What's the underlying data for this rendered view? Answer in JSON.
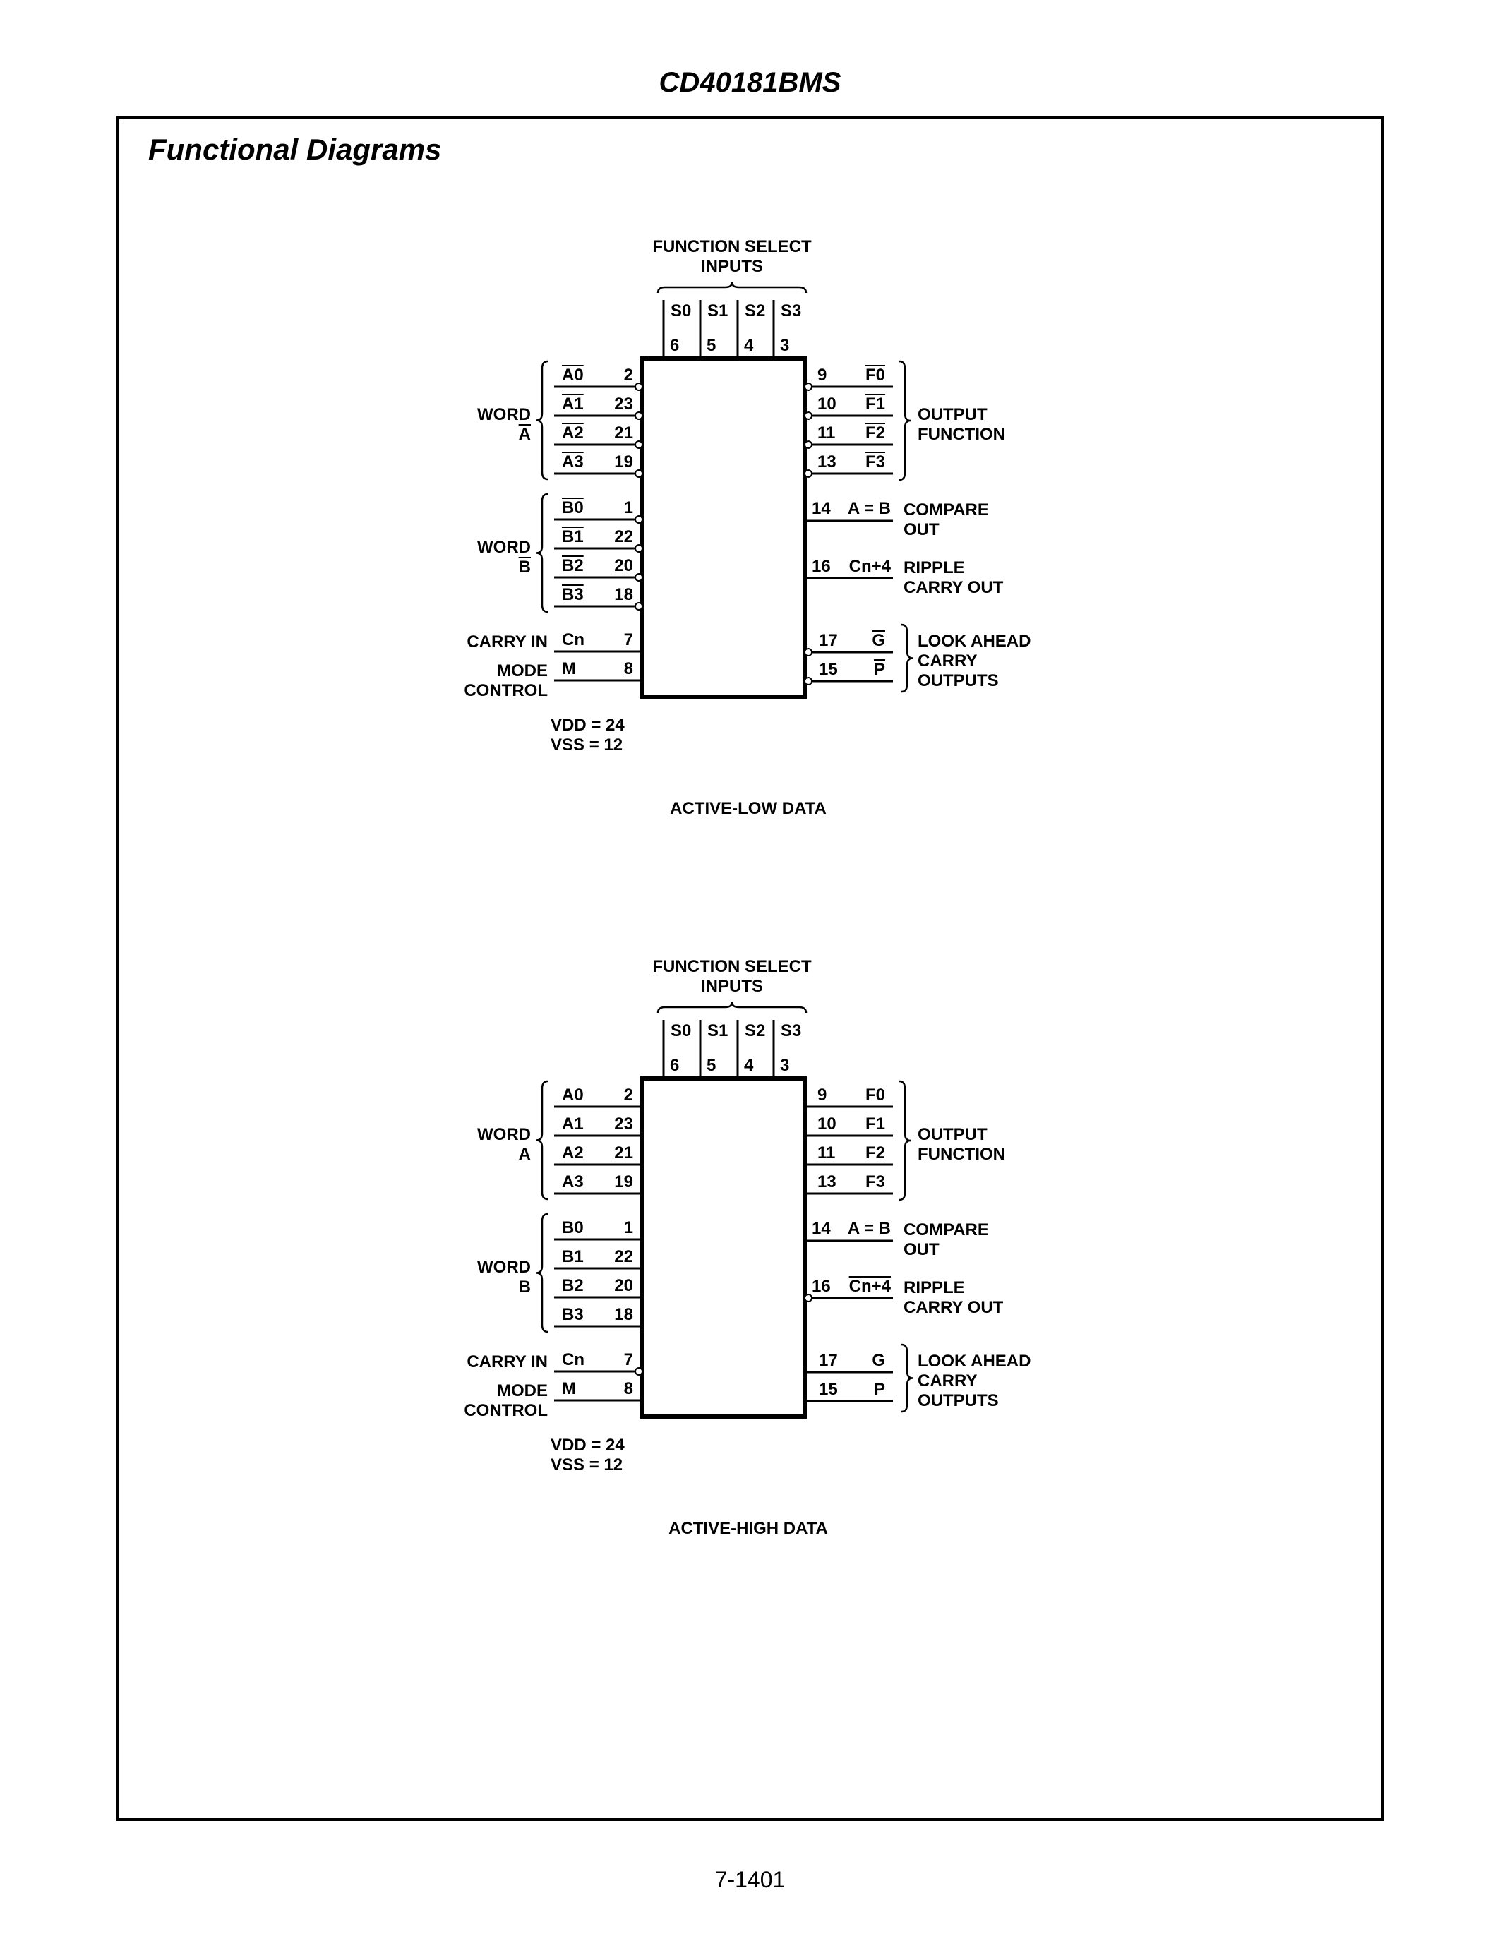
{
  "header": {
    "part_number": "CD40181BMS"
  },
  "section": {
    "title": "Functional Diagrams"
  },
  "footer": {
    "page_number": "7-1401"
  },
  "diagrams": [
    {
      "id": "active-low",
      "caption": "ACTIVE-LOW DATA",
      "function_select_label": [
        "FUNCTION SELECT",
        "INPUTS"
      ],
      "select_pins": [
        {
          "name": "S0",
          "pin": "6"
        },
        {
          "name": "S1",
          "pin": "5"
        },
        {
          "name": "S2",
          "pin": "4"
        },
        {
          "name": "S3",
          "pin": "3"
        }
      ],
      "word_a": {
        "label": [
          "WORD",
          "A"
        ],
        "label_overbar": true,
        "pins": [
          {
            "name": "A0",
            "pin": "2",
            "overbar": true,
            "bubble": true
          },
          {
            "name": "A1",
            "pin": "23",
            "overbar": true,
            "bubble": true
          },
          {
            "name": "A2",
            "pin": "21",
            "overbar": true,
            "bubble": true
          },
          {
            "name": "A3",
            "pin": "19",
            "overbar": true,
            "bubble": true
          }
        ]
      },
      "word_b": {
        "label": [
          "WORD",
          "B"
        ],
        "label_overbar": true,
        "pins": [
          {
            "name": "B0",
            "pin": "1",
            "overbar": true,
            "bubble": true
          },
          {
            "name": "B1",
            "pin": "22",
            "overbar": true,
            "bubble": true
          },
          {
            "name": "B2",
            "pin": "20",
            "overbar": true,
            "bubble": true
          },
          {
            "name": "B3",
            "pin": "18",
            "overbar": true,
            "bubble": true
          }
        ]
      },
      "carry_in": {
        "label": "CARRY IN",
        "name": "Cn",
        "pin": "7",
        "bubble": false
      },
      "mode_control": {
        "label": [
          "MODE",
          "CONTROL"
        ],
        "name": "M",
        "pin": "8"
      },
      "supply": [
        "VDD = 24",
        "VSS = 12"
      ],
      "outputs": {
        "label": [
          "OUTPUT",
          "FUNCTION"
        ],
        "pins": [
          {
            "name": "F0",
            "pin": "9",
            "overbar": true,
            "bubble": true
          },
          {
            "name": "F1",
            "pin": "10",
            "overbar": true,
            "bubble": true
          },
          {
            "name": "F2",
            "pin": "11",
            "overbar": true,
            "bubble": true
          },
          {
            "name": "F3",
            "pin": "13",
            "overbar": true,
            "bubble": true
          }
        ]
      },
      "compare": {
        "name": "A = B",
        "pin": "14",
        "label": [
          "COMPARE",
          "OUT"
        ]
      },
      "ripple": {
        "name": "Cn+4",
        "pin": "16",
        "overbar": false,
        "bubble": false,
        "label": [
          "RIPPLE",
          "CARRY OUT"
        ]
      },
      "look_ahead": {
        "label": [
          "LOOK AHEAD",
          "CARRY",
          "OUTPUTS"
        ],
        "pins": [
          {
            "name": "G",
            "pin": "17",
            "overbar": true,
            "bubble": true
          },
          {
            "name": "P",
            "pin": "15",
            "overbar": true,
            "bubble": true
          }
        ]
      }
    },
    {
      "id": "active-high",
      "caption": "ACTIVE-HIGH DATA",
      "function_select_label": [
        "FUNCTION SELECT",
        "INPUTS"
      ],
      "select_pins": [
        {
          "name": "S0",
          "pin": "6"
        },
        {
          "name": "S1",
          "pin": "5"
        },
        {
          "name": "S2",
          "pin": "4"
        },
        {
          "name": "S3",
          "pin": "3"
        }
      ],
      "word_a": {
        "label": [
          "WORD",
          "A"
        ],
        "label_overbar": false,
        "pins": [
          {
            "name": "A0",
            "pin": "2",
            "overbar": false,
            "bubble": false
          },
          {
            "name": "A1",
            "pin": "23",
            "overbar": false,
            "bubble": false
          },
          {
            "name": "A2",
            "pin": "21",
            "overbar": false,
            "bubble": false
          },
          {
            "name": "A3",
            "pin": "19",
            "overbar": false,
            "bubble": false
          }
        ]
      },
      "word_b": {
        "label": [
          "WORD",
          "B"
        ],
        "label_overbar": false,
        "pins": [
          {
            "name": "B0",
            "pin": "1",
            "overbar": false,
            "bubble": false
          },
          {
            "name": "B1",
            "pin": "22",
            "overbar": false,
            "bubble": false
          },
          {
            "name": "B2",
            "pin": "20",
            "overbar": false,
            "bubble": false
          },
          {
            "name": "B3",
            "pin": "18",
            "overbar": false,
            "bubble": false
          }
        ]
      },
      "carry_in": {
        "label": "CARRY IN",
        "name": "Cn",
        "pin": "7",
        "bubble": true
      },
      "mode_control": {
        "label": [
          "MODE",
          "CONTROL"
        ],
        "name": "M",
        "pin": "8"
      },
      "supply": [
        "VDD = 24",
        "VSS = 12"
      ],
      "outputs": {
        "label": [
          "OUTPUT",
          "FUNCTION"
        ],
        "pins": [
          {
            "name": "F0",
            "pin": "9",
            "overbar": false,
            "bubble": false
          },
          {
            "name": "F1",
            "pin": "10",
            "overbar": false,
            "bubble": false
          },
          {
            "name": "F2",
            "pin": "11",
            "overbar": false,
            "bubble": false
          },
          {
            "name": "F3",
            "pin": "13",
            "overbar": false,
            "bubble": false
          }
        ]
      },
      "compare": {
        "name": "A = B",
        "pin": "14",
        "label": [
          "COMPARE",
          "OUT"
        ]
      },
      "ripple": {
        "name": "Cn+4",
        "pin": "16",
        "overbar": true,
        "bubble": true,
        "label": [
          "RIPPLE",
          "CARRY OUT"
        ]
      },
      "look_ahead": {
        "label": [
          "LOOK AHEAD",
          "CARRY",
          "OUTPUTS"
        ],
        "pins": [
          {
            "name": "G",
            "pin": "17",
            "overbar": false,
            "bubble": false
          },
          {
            "name": "P",
            "pin": "15",
            "overbar": false,
            "bubble": false
          }
        ]
      }
    }
  ]
}
